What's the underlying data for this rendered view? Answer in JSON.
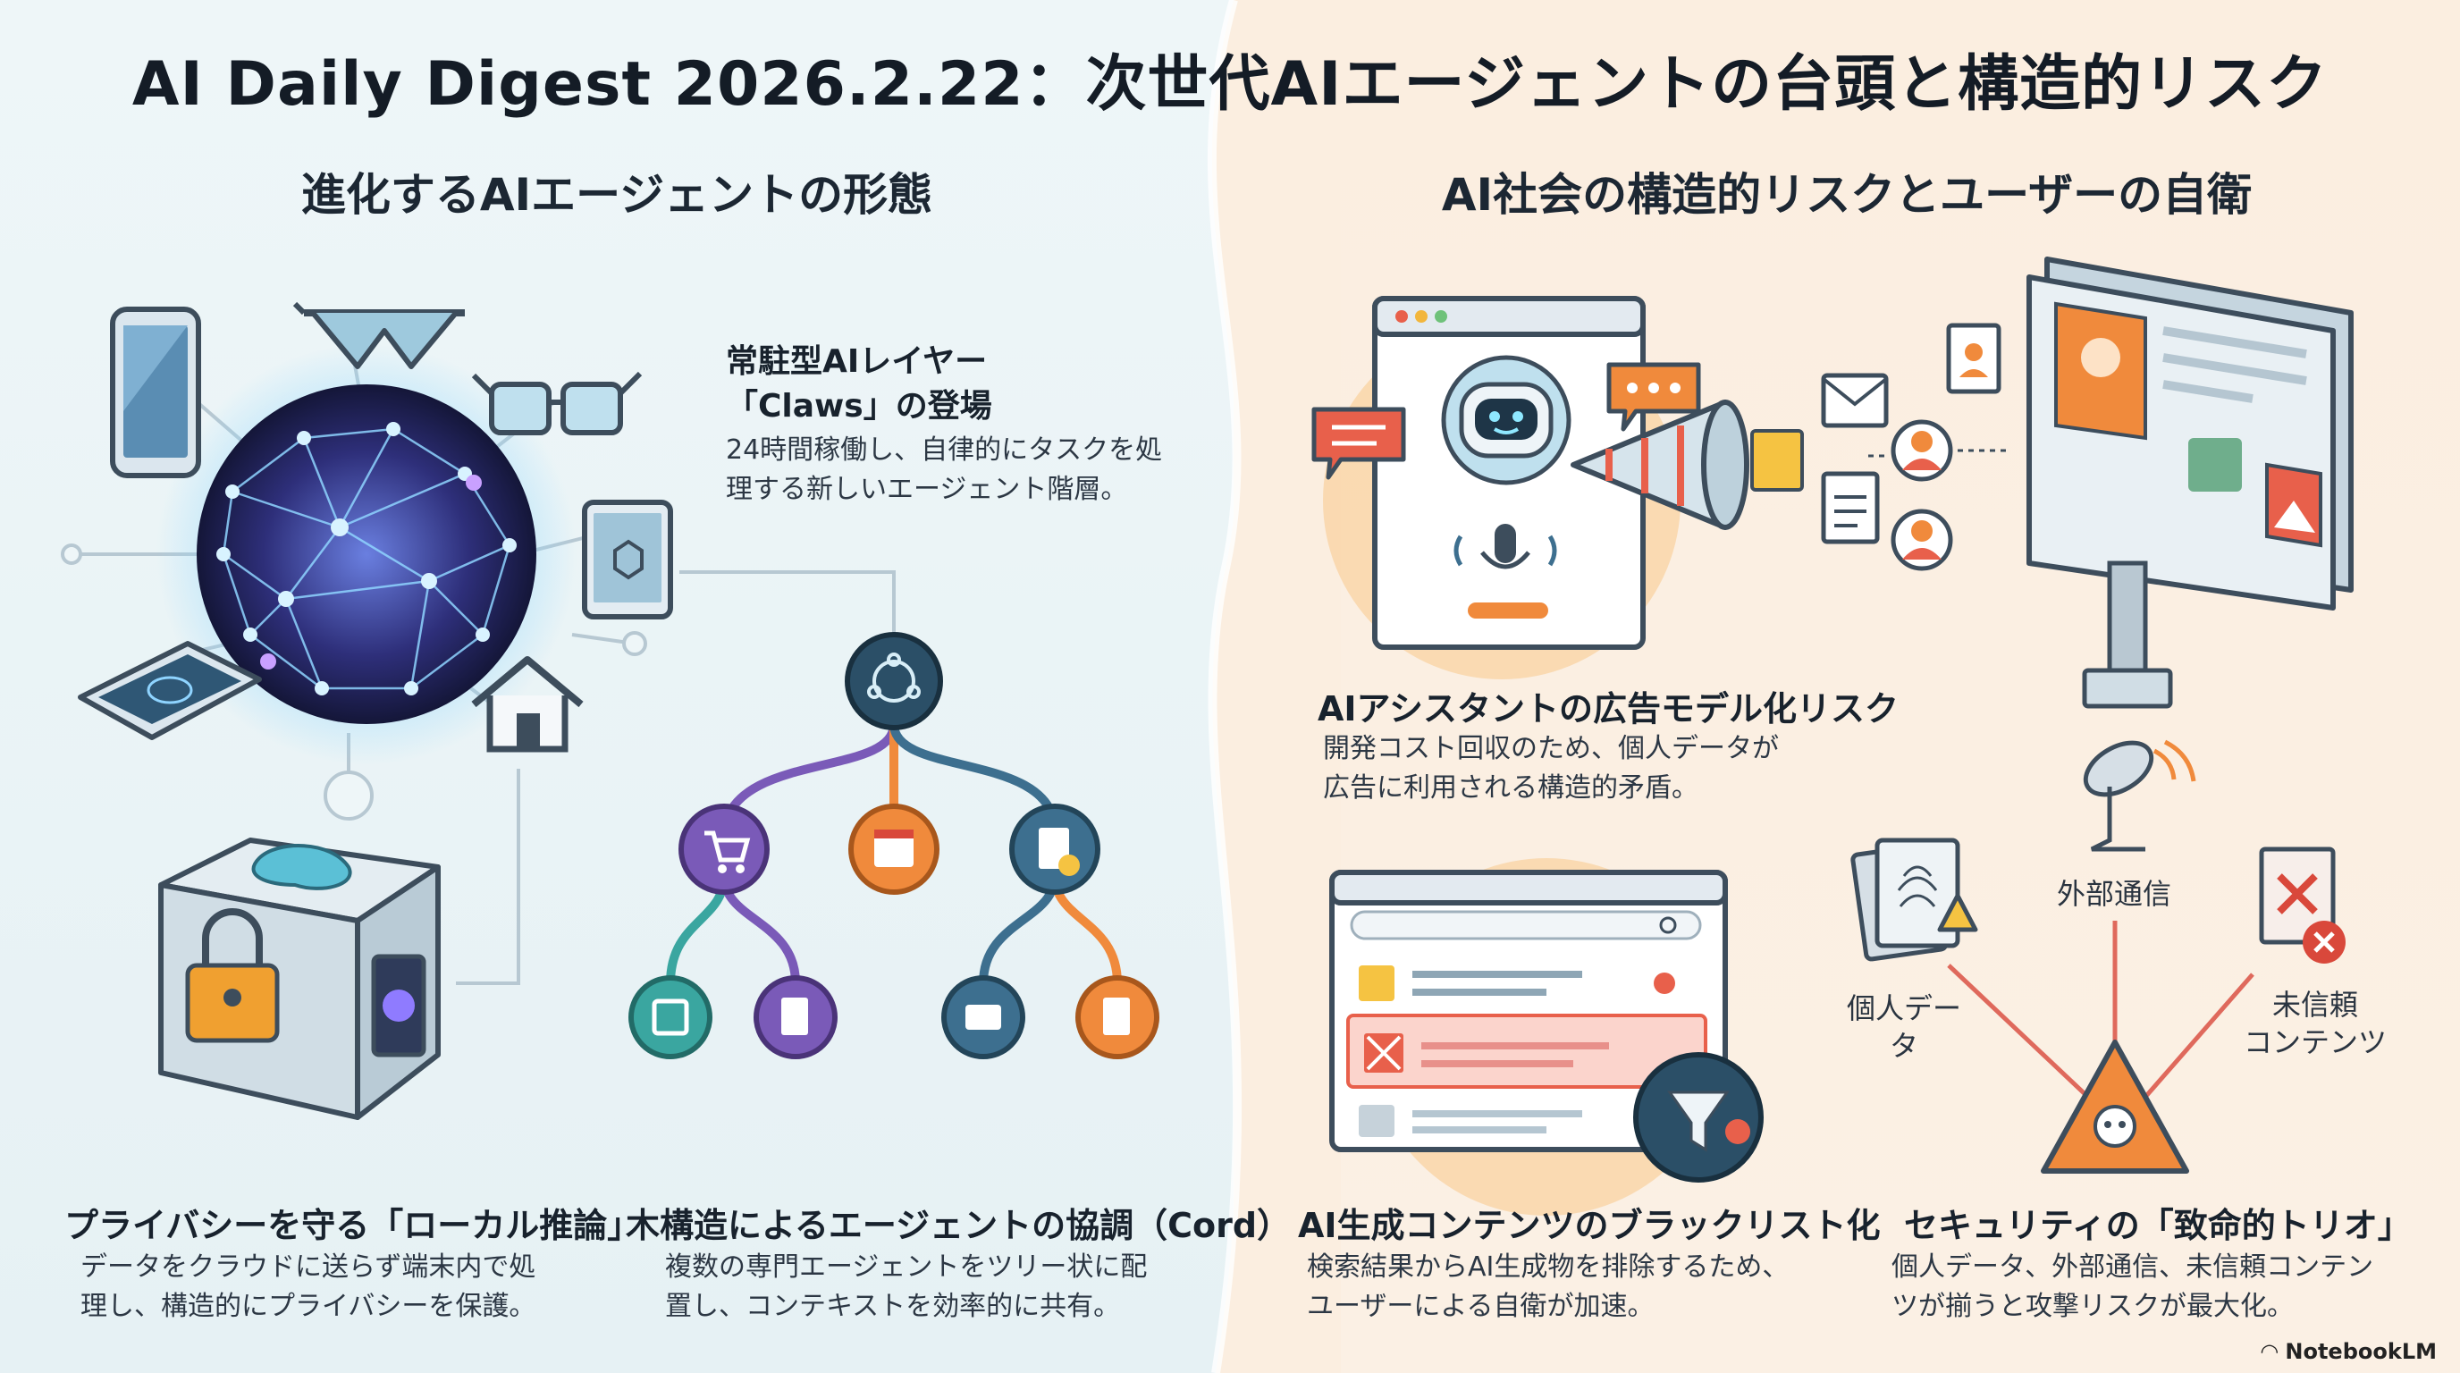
{
  "title": "AI Daily Digest 2026.2.22：次世代AIエージェントの台頭と構造的リスク",
  "left": {
    "heading": "進化するAIエージェントの形態",
    "claws": {
      "title_line1": "常駐型AIレイヤー",
      "title_line2": "「Claws」の登場",
      "desc_line1": "24時間稼働し、自律的にタスクを処",
      "desc_line2": "理する新しいエージェント階層。"
    },
    "local": {
      "title": "プライバシーを守る「ローカル推論」",
      "desc_line1": "データをクラウドに送らず端末内で処",
      "desc_line2": "理し、構造的にプライバシーを保護。"
    },
    "cord": {
      "title": "木構造によるエージェントの協調（Cord）",
      "desc_line1": "複数の専門エージェントをツリー状に配",
      "desc_line2": "置し、コンテキストを効率的に共有。"
    }
  },
  "right": {
    "heading": "AI社会の構造的リスクとユーザーの自衛",
    "ads": {
      "title": "AIアシスタントの広告モデル化リスク",
      "desc_line1": "開発コスト回収のため、個人データが",
      "desc_line2": "広告に利用される構造的矛盾。"
    },
    "blacklist": {
      "title": "AI生成コンテンツのブラックリスト化",
      "desc_line1": "検索結果からAI生成物を排除するため、",
      "desc_line2": "ユーザーによる自衛が加速。"
    },
    "trio": {
      "title": "セキュリティの「致命的トリオ」",
      "desc_line1": "個人データ、外部通信、未信頼コンテン",
      "desc_line2": "ツが揃うと攻撃リスクが最大化。",
      "node_personal": "個人データ",
      "node_external": "外部通信",
      "node_untrusted_line1": "未信頼",
      "node_untrusted_line2": "コンテンツ"
    }
  },
  "footer": "NotebookLM",
  "colors": {
    "accent_blue": "#3d6f8f",
    "accent_orange": "#f08a3c",
    "danger_red": "#d9483b",
    "purple": "#7a5ab8",
    "teal": "#3aa6a0"
  }
}
